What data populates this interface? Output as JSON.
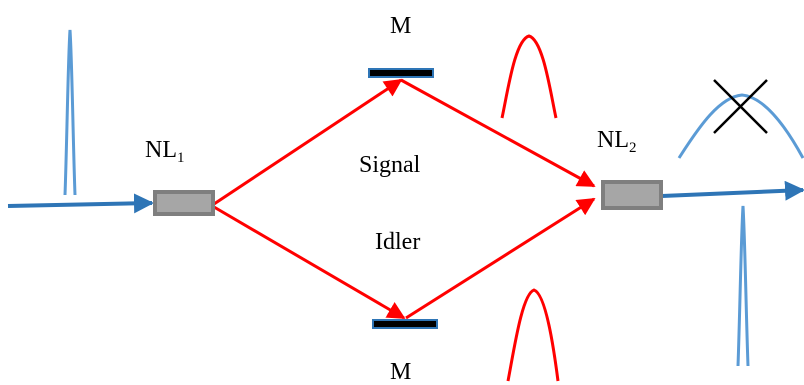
{
  "labels": {
    "mirror_top": "M",
    "mirror_bottom": "M",
    "nl1": {
      "base": "NL",
      "sub": "1"
    },
    "nl2": {
      "base": "NL",
      "sub": "2"
    },
    "signal": "Signal",
    "idler": "Idler"
  },
  "colors": {
    "pump_beam": "#2e75b6",
    "pulse_blue": "#5b9bd5",
    "signal_idler_beam": "#ff0000",
    "crystal_fill": "#a6a6a6",
    "crystal_border": "#7f7f7f",
    "mirror_fill": "#000000",
    "mirror_border": "#2e75b6",
    "cross_mark": "#000000"
  },
  "icons": {
    "blocked_pulse": "x-cross-mark"
  }
}
